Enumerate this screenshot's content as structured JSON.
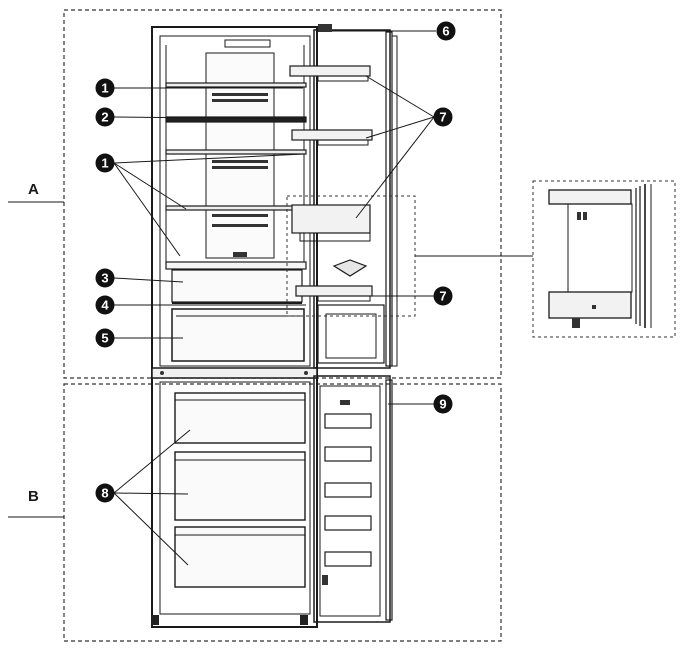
{
  "sections": [
    {
      "id": "A",
      "label": "A"
    },
    {
      "id": "B",
      "label": "B"
    }
  ],
  "callouts": [
    "1",
    "2",
    "1",
    "3",
    "4",
    "5",
    "6",
    "7",
    "7",
    "8",
    "9"
  ],
  "colors": {
    "line": "#1a1a1a",
    "dash": "#333333",
    "callout_fill": "#111111",
    "callout_text": "#ffffff",
    "background": "#ffffff",
    "shelf_fill": "#f2f2f2"
  }
}
